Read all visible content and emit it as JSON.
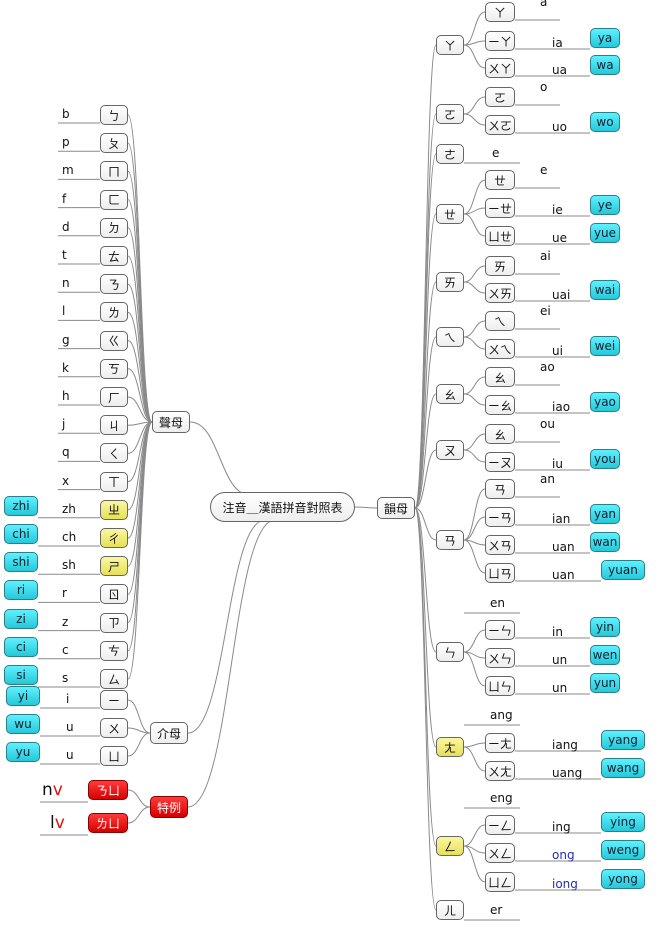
{
  "center": "注音＿漢語拼音對照表",
  "groups": {
    "shengmu": "聲母",
    "jiemu": "介母",
    "teli": "特例",
    "yunmu": "韻母"
  },
  "shengmu_items": [
    {
      "zy": "ㄅ",
      "py": "b"
    },
    {
      "zy": "ㄆ",
      "py": "p"
    },
    {
      "zy": "ㄇ",
      "py": "m"
    },
    {
      "zy": "ㄈ",
      "py": "f"
    },
    {
      "zy": "ㄉ",
      "py": "d"
    },
    {
      "zy": "ㄊ",
      "py": "t"
    },
    {
      "zy": "ㄋ",
      "py": "n"
    },
    {
      "zy": "ㄌ",
      "py": "l"
    },
    {
      "zy": "ㄍ",
      "py": "g"
    },
    {
      "zy": "ㄎ",
      "py": "k"
    },
    {
      "zy": "ㄏ",
      "py": "h"
    },
    {
      "zy": "ㄐ",
      "py": "j"
    },
    {
      "zy": "ㄑ",
      "py": "q"
    },
    {
      "zy": "ㄒ",
      "py": "x"
    },
    {
      "zy": "ㄓ",
      "py": "zh",
      "alt": "zhi",
      "yellow": true
    },
    {
      "zy": "ㄔ",
      "py": "ch",
      "alt": "chi",
      "yellow": true
    },
    {
      "zy": "ㄕ",
      "py": "sh",
      "alt": "shi",
      "yellow": true
    },
    {
      "zy": "ㄖ",
      "py": "r",
      "alt": "ri"
    },
    {
      "zy": "ㄗ",
      "py": "z",
      "alt": "zi"
    },
    {
      "zy": "ㄘ",
      "py": "c",
      "alt": "ci"
    },
    {
      "zy": "ㄙ",
      "py": "s",
      "alt": "si"
    }
  ],
  "jiemu_items": [
    {
      "zy": "ㄧ",
      "py": "i",
      "alt": "yi"
    },
    {
      "zy": "ㄨ",
      "py": "u",
      "alt": "wu"
    },
    {
      "zy": "ㄩ",
      "py": "u",
      "alt": "yu"
    }
  ],
  "teli_items": [
    {
      "zy": "ㄋㄩ",
      "label": "nv"
    },
    {
      "zy": "ㄌㄩ",
      "label": "lv"
    }
  ],
  "yunmu_groups": [
    {
      "zy": "ㄚ",
      "items": [
        {
          "zy": "ㄚ",
          "py": "a"
        },
        {
          "zy": "ㄧㄚ",
          "py": "ia",
          "alt": "ya"
        },
        {
          "zy": "ㄨㄚ",
          "py": "ua",
          "alt": "wa"
        }
      ]
    },
    {
      "zy": "ㄛ",
      "items": [
        {
          "zy": "ㄛ",
          "py": "o"
        },
        {
          "zy": "ㄨㄛ",
          "py": "uo",
          "alt": "wo"
        }
      ]
    },
    {
      "zy": "ㄜ",
      "py": "e",
      "items": []
    },
    {
      "zy": "ㄝ",
      "items": [
        {
          "zy": "ㄝ",
          "py": "e"
        },
        {
          "zy": "ㄧㄝ",
          "py": "ie",
          "alt": "ye"
        },
        {
          "zy": "ㄩㄝ",
          "py": "ue",
          "alt": "yue"
        }
      ]
    },
    {
      "zy": "ㄞ",
      "items": [
        {
          "zy": "ㄞ",
          "py": "ai"
        },
        {
          "zy": "ㄨㄞ",
          "py": "uai",
          "alt": "wai"
        }
      ]
    },
    {
      "zy": "ㄟ",
      "items": [
        {
          "zy": "ㄟ",
          "py": "ei"
        },
        {
          "zy": "ㄨㄟ",
          "py": "ui",
          "alt": "wei"
        }
      ]
    },
    {
      "zy": "ㄠ",
      "items": [
        {
          "zy": "ㄠ",
          "py": "ao"
        },
        {
          "zy": "ㄧㄠ",
          "py": "iao",
          "alt": "yao"
        }
      ]
    },
    {
      "zy": "ㄡ",
      "items": [
        {
          "zy": "ㄠ",
          "py": "ou"
        },
        {
          "zy": "ㄧㄡ",
          "py": "iu",
          "alt": "you"
        }
      ]
    },
    {
      "zy": "ㄢ",
      "items": [
        {
          "zy": "ㄢ",
          "py": "an"
        },
        {
          "zy": "ㄧㄢ",
          "py": "ian",
          "alt": "yan"
        },
        {
          "zy": "ㄨㄢ",
          "py": "uan",
          "alt": "wan"
        },
        {
          "zy": "ㄩㄢ",
          "py": "uan",
          "alt": "yuan"
        }
      ]
    },
    {
      "zy": "ㄣ",
      "py": "en",
      "items": [
        {
          "zy": "ㄧㄣ",
          "py": "in",
          "alt": "yin"
        },
        {
          "zy": "ㄨㄣ",
          "py": "un",
          "alt": "wen"
        },
        {
          "zy": "ㄩㄣ",
          "py": "un",
          "alt": "yun"
        }
      ]
    },
    {
      "zy": "ㄤ",
      "py": "ang",
      "yellow": true,
      "items": [
        {
          "zy": "ㄧㄤ",
          "py": "iang",
          "alt": "yang"
        },
        {
          "zy": "ㄨㄤ",
          "py": "uang",
          "alt": "wang"
        }
      ]
    },
    {
      "zy": "ㄥ",
      "py": "eng",
      "yellow": true,
      "items": [
        {
          "zy": "ㄧㄥ",
          "py": "ing",
          "alt": "ying"
        },
        {
          "zy": "ㄨㄥ",
          "py": "ong",
          "alt": "weng",
          "blue": true
        },
        {
          "zy": "ㄩㄥ",
          "py": "iong",
          "alt": "yong",
          "blue": true
        }
      ]
    },
    {
      "zy": "ㄦ",
      "py": "er",
      "items": []
    }
  ],
  "colors": {
    "cyan": "#25c8d8",
    "yellow": "#e6e05a",
    "red": "#d50000",
    "line": "#8a8a8a"
  }
}
